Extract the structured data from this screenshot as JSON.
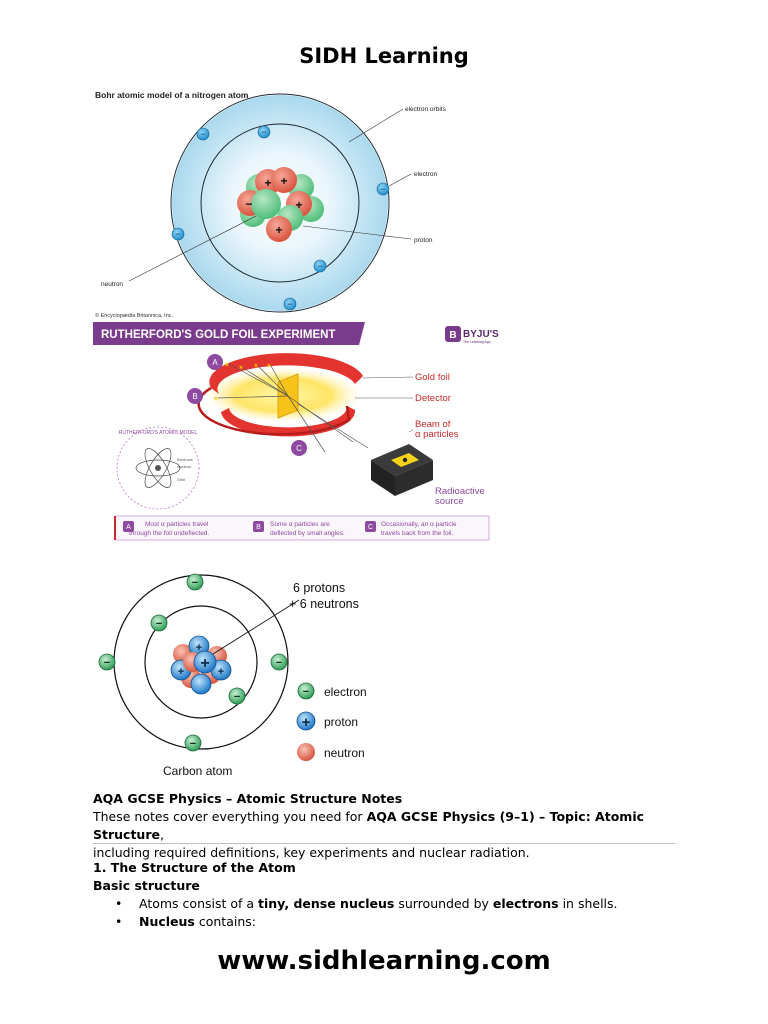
{
  "header": {
    "title": "SIDH Learning"
  },
  "fig1": {
    "title": "Bohr atomic model of a nitrogen atom",
    "labels": {
      "orbits": "electron orbits",
      "electron": "electron",
      "proton": "proton",
      "neutron": "neutron"
    },
    "credit": "© Encyclopædia Britannica, Inc.",
    "electron_symbol": "−",
    "proton_symbol": "+"
  },
  "fig2": {
    "banner": "RUTHERFORD'S GOLD FOIL EXPERIMENT",
    "brand": "BYJU'S",
    "brand_tagline": "The Learning App",
    "labels": {
      "gold_foil": "Gold foil",
      "detector": "Detector",
      "beam_line1": "Beam of",
      "beam_line2": "α particles",
      "source_line1": "Radioactive",
      "source_line2": "source",
      "model": "RUTHERFORD'S ATOMIC MODEL",
      "model_electrons": "Electrons",
      "model_nucleus": "Nucleus",
      "model_orbit": "Orbit"
    },
    "markers": [
      "A",
      "B",
      "C"
    ],
    "legend": [
      {
        "letter": "A",
        "line1": "Most α particles travel",
        "line2": "through the foil undeflected."
      },
      {
        "letter": "B",
        "line1": "Some α particles are",
        "line2": "deflected by small angles."
      },
      {
        "letter": "C",
        "line1": "Occasionally, an α particle",
        "line2": "travels back from the foil."
      }
    ]
  },
  "fig3": {
    "nucleus_line1": "6 protons",
    "nucleus_line2": "+ 6 neutrons",
    "legend": {
      "electron": "electron",
      "proton": "proton",
      "neutron": "neutron"
    },
    "caption": "Carbon atom",
    "electron_symbol": "−",
    "proton_symbol": "+"
  },
  "notes": {
    "title": "AQA GCSE Physics – Atomic Structure Notes",
    "intro_a": "These notes cover everything you need for ",
    "intro_b": "AQA GCSE Physics (9–1) – Topic: Atomic Structure",
    "intro_c": ",",
    "intro_d": "including required definitions, key experiments and nuclear radiation.",
    "section1": "1. The Structure of the Atom",
    "sub1": "Basic structure",
    "b1_a": "Atoms consist of a ",
    "b1_b": "tiny, dense nucleus",
    "b1_c": " surrounded by ",
    "b1_d": "electrons",
    "b1_e": " in shells.",
    "b2_a": "Nucleus",
    "b2_b": " contains:"
  },
  "footer": {
    "url": "www.sidhlearning.com"
  }
}
